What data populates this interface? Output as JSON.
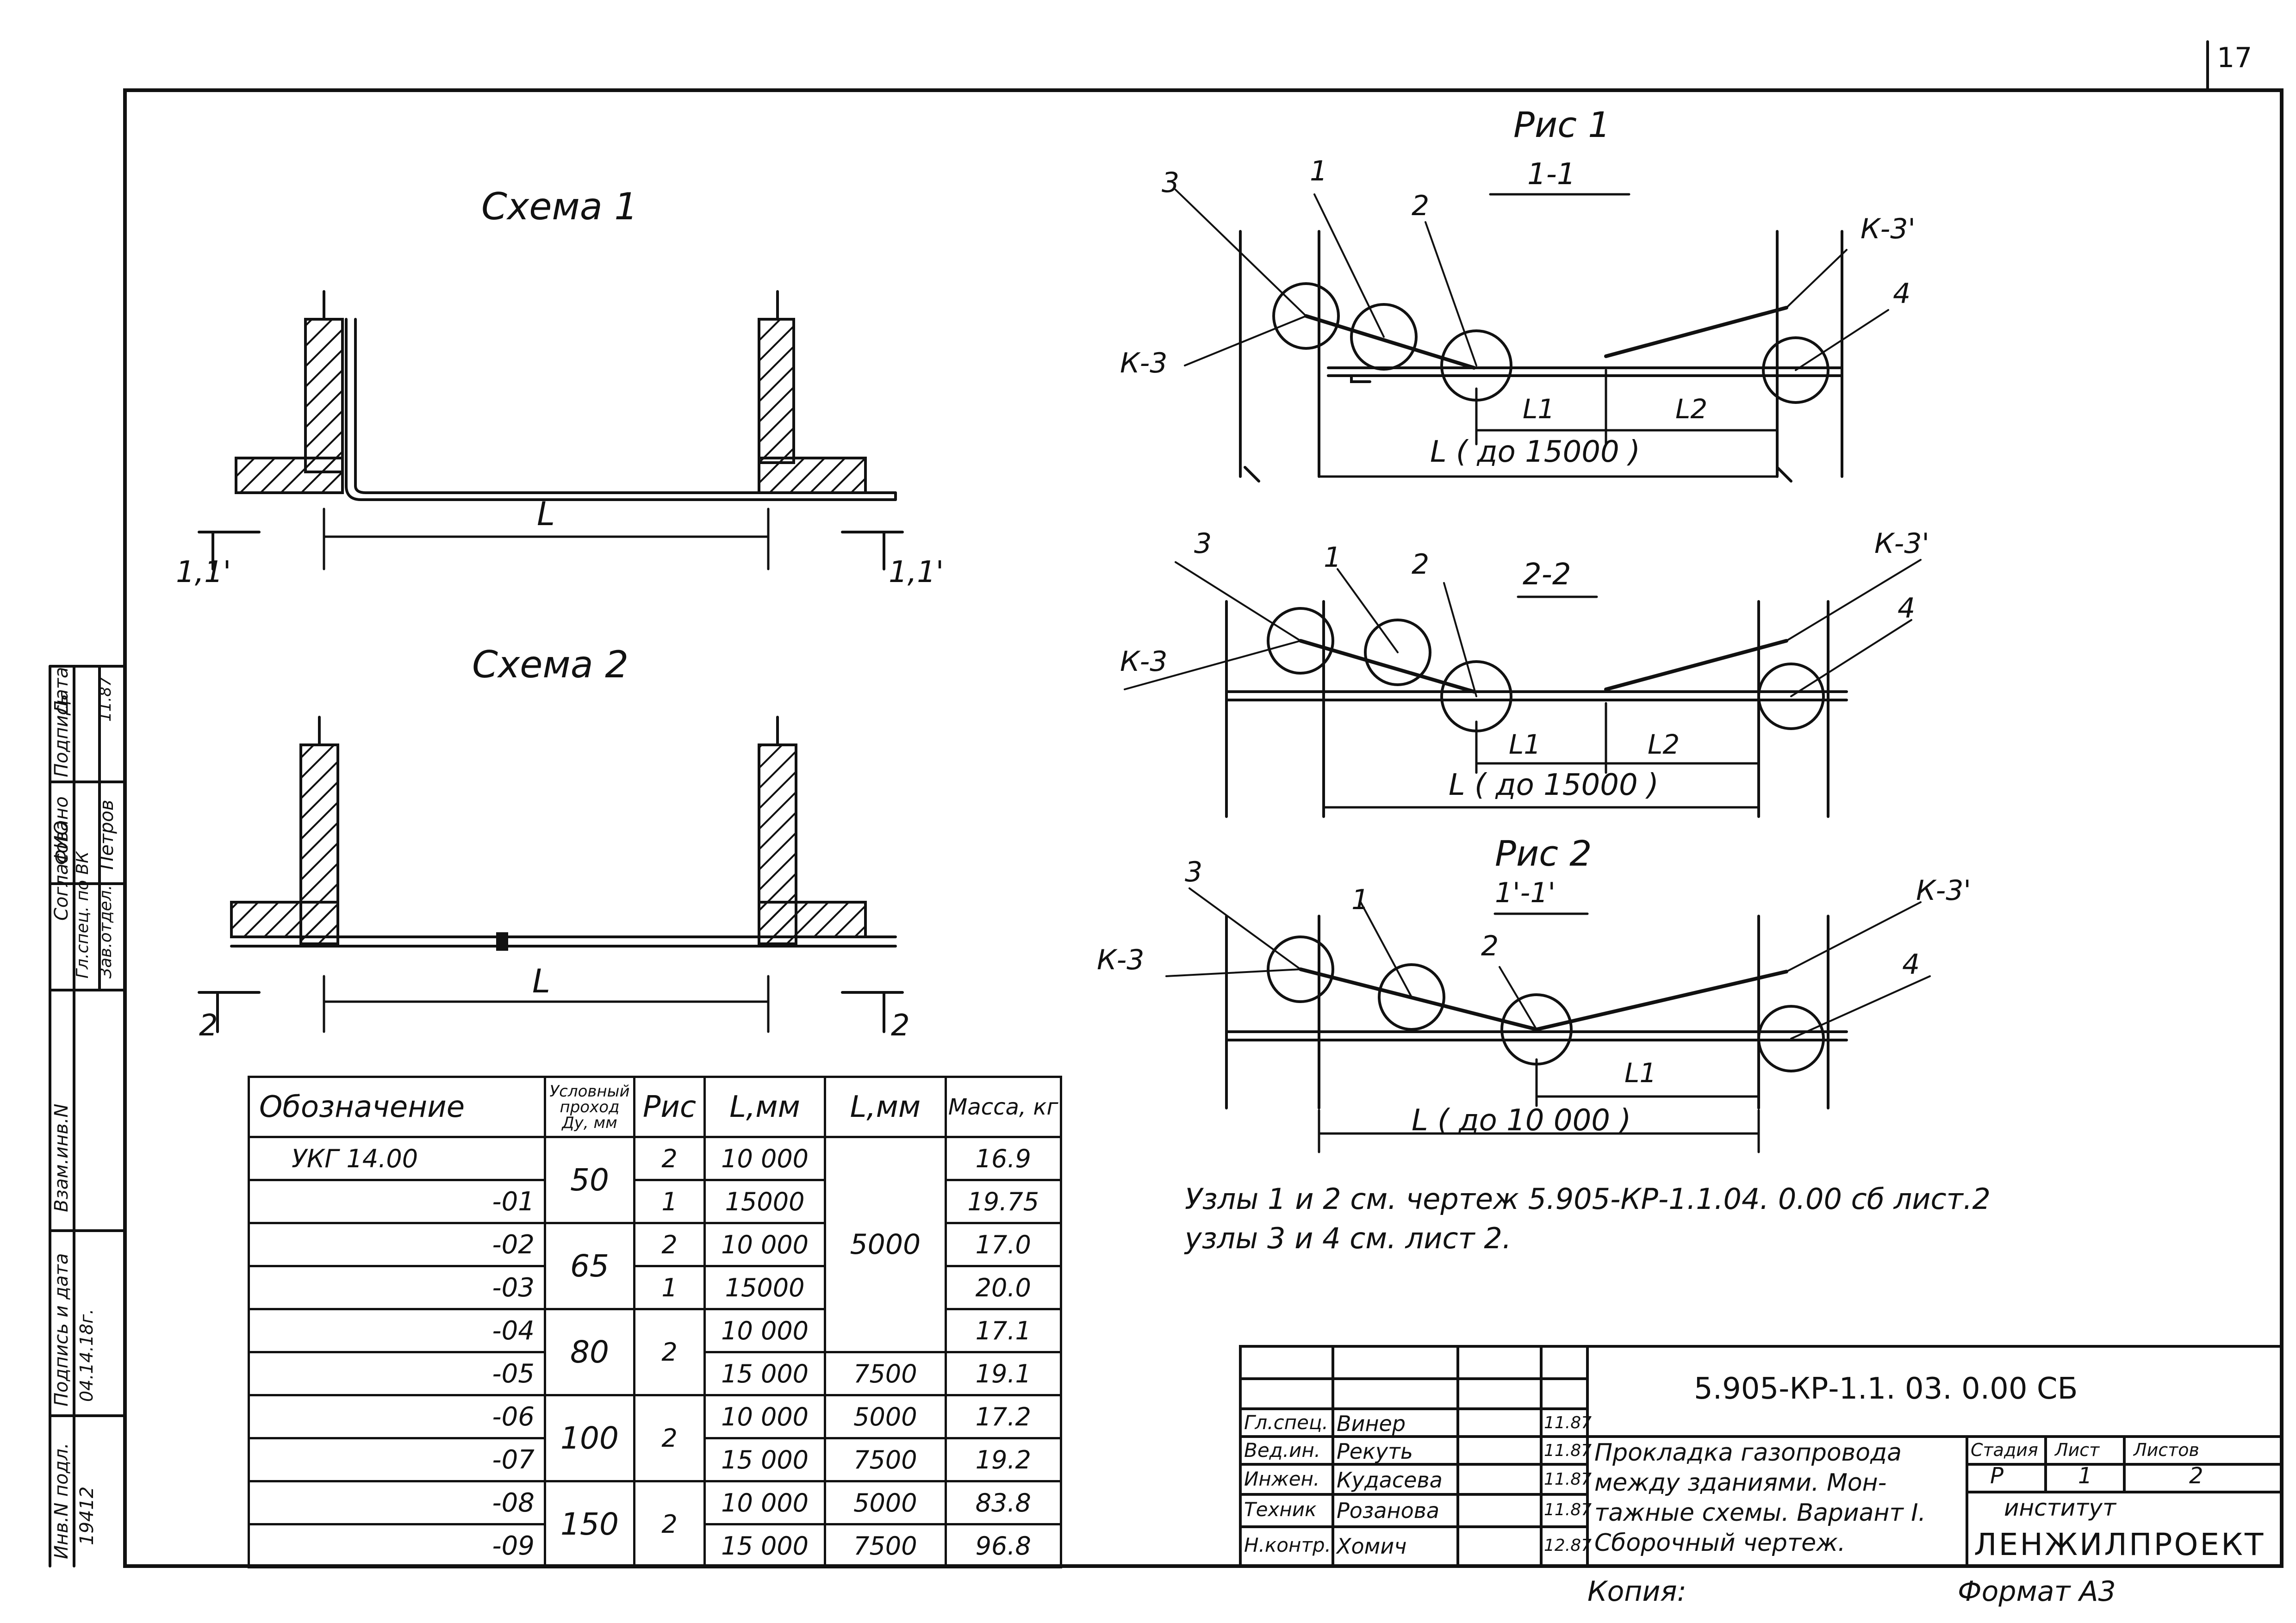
{
  "sheet_number": "17",
  "format_label": "Формат А3",
  "copy_label": "Копия:",
  "scheme1": {
    "title": "Схема 1",
    "dim": "L",
    "section_left": "1,1'",
    "section_right": "1,1'"
  },
  "scheme2": {
    "title": "Схема 2",
    "dim": "L",
    "section_left": "2",
    "section_right": "2"
  },
  "fig1": {
    "title": "Рис 1",
    "section_a": "1-1",
    "section_b": "2-2",
    "labels": {
      "n1": "1",
      "n2": "2",
      "n3": "3",
      "n4": "4",
      "k3": "К-3",
      "k3p": "К-3'",
      "l1": "L1",
      "l2": "L2"
    },
    "dim_a": "L  ( до 15000 )",
    "dim_b": "L ( до 15000 )"
  },
  "fig2": {
    "title": "Рис 2",
    "section": "1'-1'",
    "labels": {
      "n1": "1",
      "n2": "2",
      "n3": "3",
      "n4": "4",
      "k3": "К-3",
      "k3p": "К-3'",
      "l1": "L1"
    },
    "dim": "L ( до 10 000 )"
  },
  "notes": {
    "line1": "Узлы 1 и 2 см. чертеж 5.905-КР-1.1.04. 0.00 сб лист.2",
    "line2": "узлы 3 и 4 см. лист 2."
  },
  "spec_table": {
    "headers": [
      "Обозначение",
      "Условный проход Ду, мм",
      "Рис",
      "L,мм",
      "L,мм",
      "Масса, кг"
    ],
    "rows": [
      {
        "mark": "УКГ 14.00",
        "du": "50",
        "fig": "2",
        "l": "10 000",
        "l1": "5000",
        "mass": "16.9"
      },
      {
        "mark": "-01",
        "du": "50",
        "fig": "1",
        "l": "15000",
        "l1": "5000",
        "mass": "19.75"
      },
      {
        "mark": "-02",
        "du": "65",
        "fig": "2",
        "l": "10 000",
        "l1": "5000",
        "mass": "17.0"
      },
      {
        "mark": "-03",
        "du": "65",
        "fig": "1",
        "l": "15000",
        "l1": "5000",
        "mass": "20.0"
      },
      {
        "mark": "-04",
        "du": "80",
        "fig": "2",
        "l": "10 000",
        "l1": "5000",
        "mass": "17.1"
      },
      {
        "mark": "-05",
        "du": "80",
        "fig": "2",
        "l": "15 000",
        "l1": "7500",
        "mass": "19.1"
      },
      {
        "mark": "-06",
        "du": "100",
        "fig": "2",
        "l": "10 000",
        "l1": "5000",
        "mass": "17.2"
      },
      {
        "mark": "-07",
        "du": "100",
        "fig": "2",
        "l": "15 000",
        "l1": "7500",
        "mass": "19.2"
      },
      {
        "mark": "-08",
        "du": "150",
        "fig": "2",
        "l": "10 000",
        "l1": "5000",
        "mass": "83.8"
      },
      {
        "mark": "-09",
        "du": "150",
        "fig": "2",
        "l": "15 000",
        "l1": "7500",
        "mass": "96.8"
      }
    ]
  },
  "title_block": {
    "code": "5.905-КР-1.1. 03. 0.00 СБ",
    "people": [
      {
        "role": "Гл.спец.",
        "name": "Винер",
        "date": "11.87"
      },
      {
        "role": "Вед.ин.",
        "name": "Рекуть",
        "date": "11.87"
      },
      {
        "role": "Инжен.",
        "name": "Кудасева",
        "date": "11.87"
      },
      {
        "role": "Техник",
        "name": "Розанова",
        "date": "11.87"
      },
      {
        "role": "Н.контр.",
        "name": "Хомич",
        "date": "12.87"
      }
    ],
    "desc_lines": [
      "Прокладка газопровода",
      "между зданиями. Мон-",
      "тажные схемы. Вариант I.",
      "Сборочный чертеж."
    ],
    "stage_label": "Стадия",
    "sheet_label": "Лист",
    "sheets_label": "Листов",
    "stage": "Р",
    "sheet": "1",
    "sheets": "2",
    "institute_label": "институт",
    "org": "ЛЕНЖИЛПРОЕКТ"
  },
  "side_stamp": {
    "agreed": "Согласовано",
    "role1": "Гл.спец. по ВК",
    "role2": "Зав.отдел.",
    "name": "Петров",
    "fio_header": "ФИО",
    "sign_header": "Подпись",
    "date_header": "Дата",
    "date": "11.87",
    "inv_repl": "Взам.инв.N",
    "sign_date": "Подпись и дата",
    "sign_date_value": "04.14.18г.",
    "inv_orig": "Инв.N подл.",
    "inv_orig_value": "19412"
  }
}
